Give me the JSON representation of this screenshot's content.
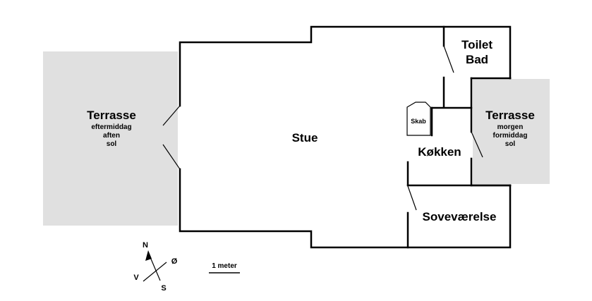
{
  "rooms": {
    "stue": "Stue",
    "toilet_bad": [
      "Toilet",
      "Bad"
    ],
    "kokken": "Køkken",
    "sovevaerelse": "Soveværelse",
    "skab": "Skab"
  },
  "terrace_west": {
    "title": "Terrasse",
    "lines": [
      "eftermiddag",
      "aften",
      "sol"
    ]
  },
  "terrace_east": {
    "title": "Terrasse",
    "lines": [
      "morgen",
      "formiddag",
      "sol"
    ]
  },
  "compass": {
    "n": "N",
    "s": "S",
    "e": "Ø",
    "w": "V"
  },
  "scale": {
    "label": "1 meter"
  },
  "colors": {
    "terrace": "#e0e0e0",
    "wall": "#000000"
  }
}
